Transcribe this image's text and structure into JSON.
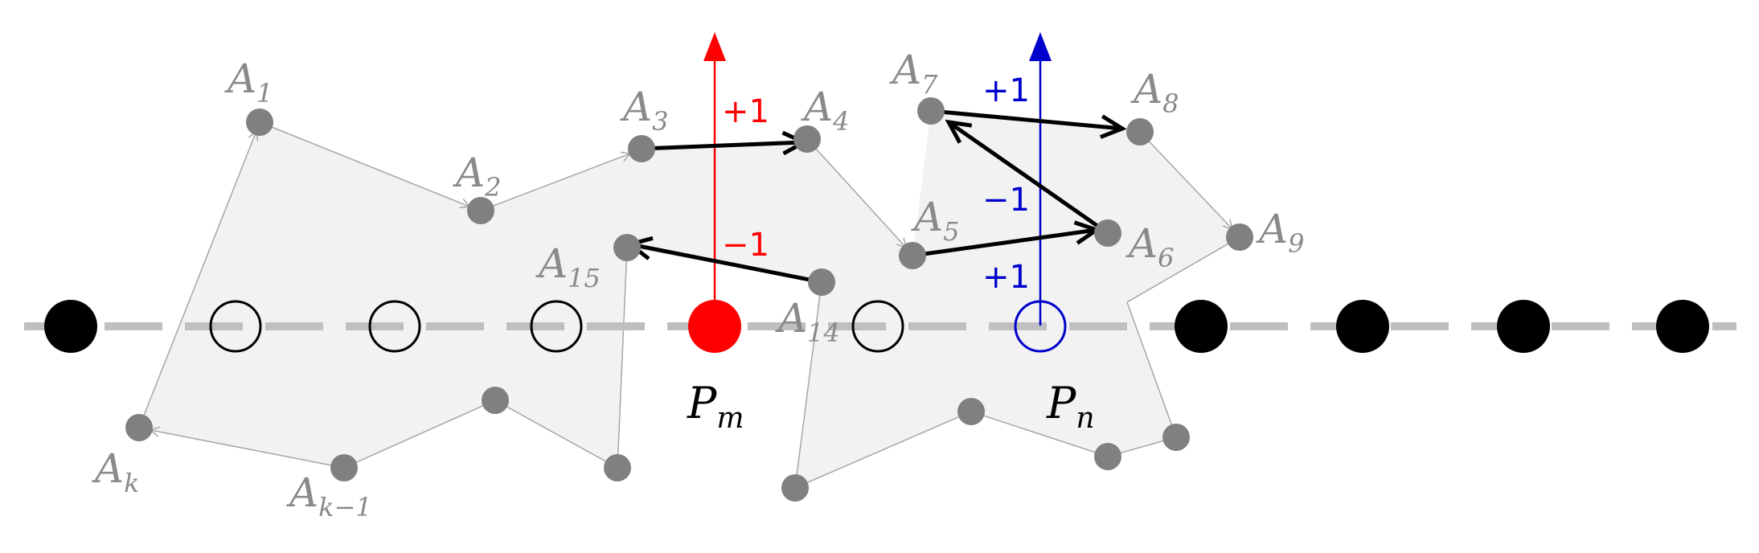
{
  "colors": {
    "polygon_fill": "#f2f2f2",
    "polygon_edge": "#a6a6a6",
    "vertex": "#808080",
    "vertex_label": "#8a8a8a",
    "grid_line": "#bfbfbf",
    "grid_point_fill": "#000000",
    "pm_color": "#ff0000",
    "pn_color": "#0000cc",
    "crossing_edge": "#000000"
  },
  "vertex_labels": {
    "A1": {
      "base": "A",
      "sub": "1"
    },
    "A2": {
      "base": "A",
      "sub": "2"
    },
    "A3": {
      "base": "A",
      "sub": "3"
    },
    "A4": {
      "base": "A",
      "sub": "4"
    },
    "A5": {
      "base": "A",
      "sub": "5"
    },
    "A6": {
      "base": "A",
      "sub": "6"
    },
    "A7": {
      "base": "A",
      "sub": "7"
    },
    "A8": {
      "base": "A",
      "sub": "8"
    },
    "A9": {
      "base": "A",
      "sub": "9"
    },
    "A14": {
      "base": "A",
      "sub": "14"
    },
    "A15": {
      "base": "A",
      "sub": "15"
    },
    "Ak": {
      "base": "A",
      "sub": "k"
    },
    "Ak1": {
      "base": "A",
      "sub": "k−1"
    }
  },
  "points": {
    "Pm": {
      "base": "P",
      "sub": "m",
      "state": "filled",
      "color": "red"
    },
    "Pn": {
      "base": "P",
      "sub": "n",
      "state": "hollow",
      "color": "blue"
    }
  },
  "grid_points": [
    "filled",
    "hollow",
    "hollow",
    "hollow",
    "Pm",
    "hollow",
    "Pn",
    "filled",
    "filled",
    "filled",
    "filled"
  ],
  "crossings": {
    "pm_plus": "+1",
    "pm_minus": "−1",
    "pn_plus_top": "+1",
    "pn_minus": "−1",
    "pn_plus_bottom": "+1"
  }
}
